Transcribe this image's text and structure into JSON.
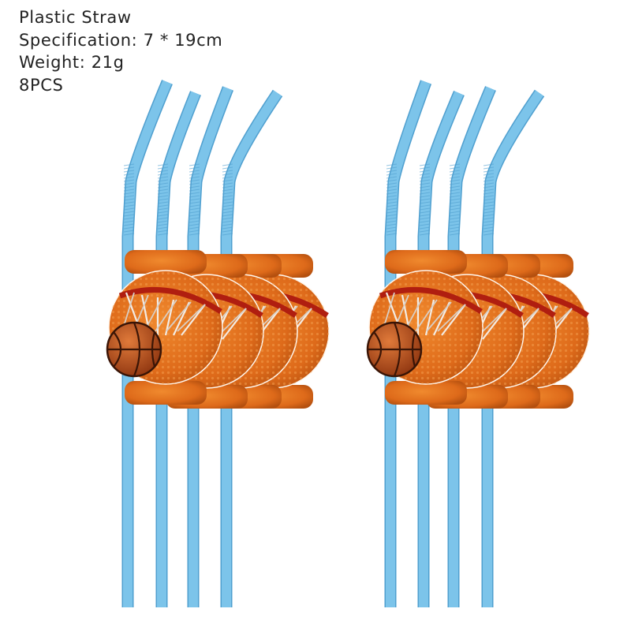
{
  "product_info": {
    "title": "Plastic Straw",
    "specification": "Specification: 7 * 19cm",
    "weight": "Weight: 21g",
    "quantity": "8PCS"
  },
  "colors": {
    "background": "#ffffff",
    "straw": "#7cc4ea",
    "straw_shadow": "#4f9fcf",
    "card_orange": "#e0701e",
    "card_dark": "#8a3a0c",
    "text": "#222222"
  },
  "image": {
    "groups": 2,
    "straws_per_group": 4,
    "card_artwork": "basketball-hoop-artwork"
  }
}
